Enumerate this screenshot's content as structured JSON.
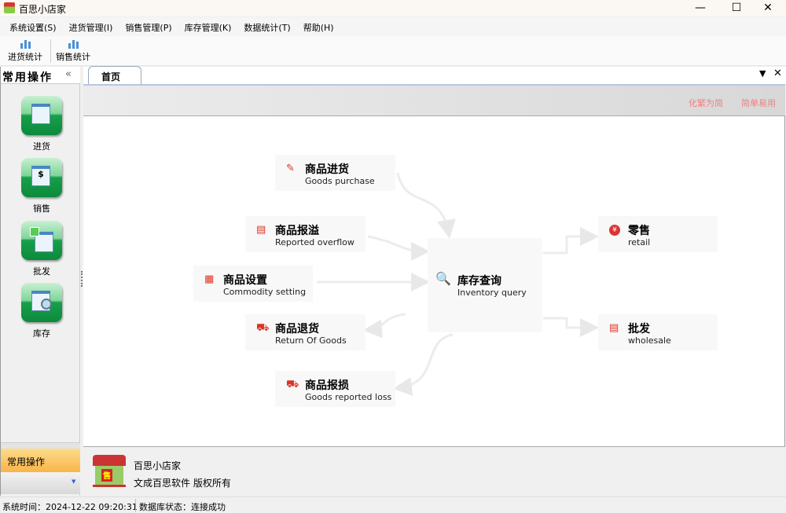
{
  "window": {
    "title": "百思小店家",
    "minimize": "—",
    "maximize": "☐",
    "close": "✕"
  },
  "menu": [
    "系统设置(S)",
    "进货管理(I)",
    "销售管理(P)",
    "库存管理(K)",
    "数据统计(T)",
    "帮助(H)"
  ],
  "toolbar": [
    "进货统计",
    "销售统计"
  ],
  "sidebar": {
    "title": "常用操作",
    "collapse": "«",
    "items": [
      "进货",
      "销售",
      "批发",
      "库存"
    ],
    "bottom_tab": "常用操作"
  },
  "tabs": {
    "home": "首页",
    "menu_glyph": "▼",
    "close_glyph": "✕"
  },
  "banner": {
    "slogans": [
      "化繁为简",
      "简单易用"
    ]
  },
  "flow": {
    "purchase": {
      "cn": "商品进货",
      "en": "Goods purchase"
    },
    "overflow": {
      "cn": "商品报溢",
      "en": "Reported overflow"
    },
    "setting": {
      "cn": "商品设置",
      "en": "Commodity setting"
    },
    "inventory": {
      "cn": "库存查询",
      "en": "Inventory query"
    },
    "return": {
      "cn": "商品退货",
      "en": "Return Of Goods"
    },
    "loss": {
      "cn": "商品报损",
      "en": "Goods reported loss"
    },
    "retail": {
      "cn": "零售",
      "en": "retail"
    },
    "wholesale": {
      "cn": "批发",
      "en": "wholesale"
    }
  },
  "footer": {
    "app": "百思小店家",
    "copyright": "文成百思软件  版权所有",
    "logo_text": "售"
  },
  "status": {
    "time": "系统时间：2024-12-22 09:20:31",
    "db": "数据库状态：连接成功"
  }
}
